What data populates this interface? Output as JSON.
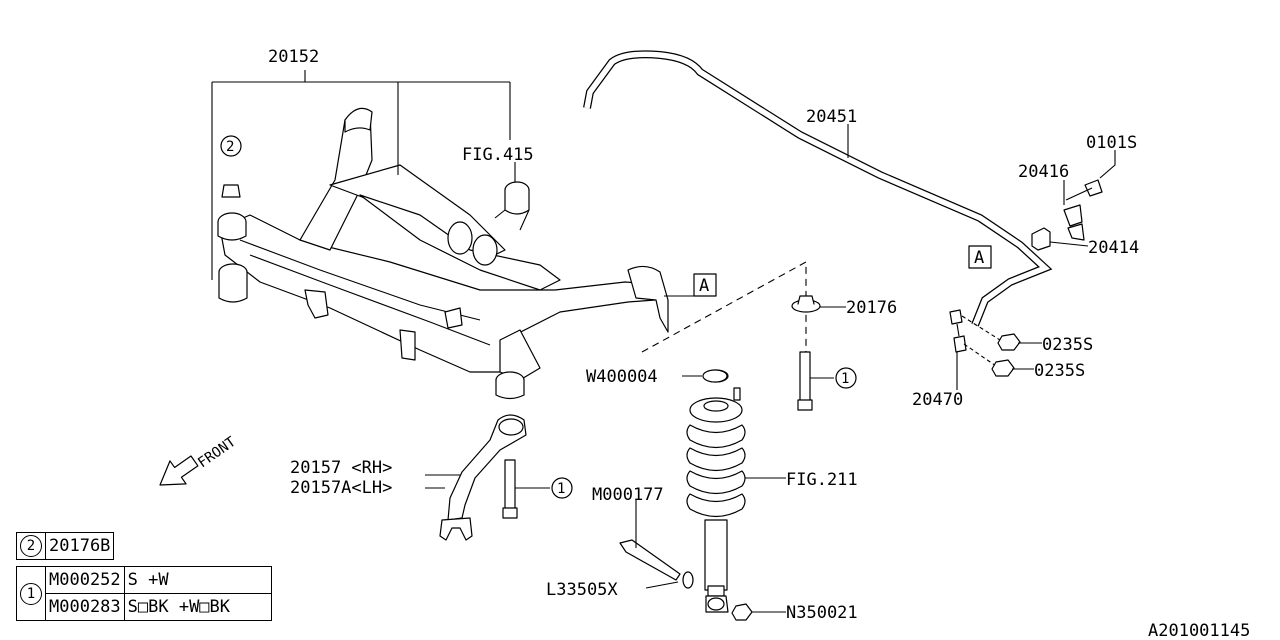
{
  "labels": {
    "p20152": "20152",
    "fig415": "FIG.415",
    "p20451": "20451",
    "p0101s": "0101S",
    "p20416": "20416",
    "p20414": "20414",
    "p20176": "20176",
    "p0235s_a": "0235S",
    "p0235s_b": "0235S",
    "p20470": "20470",
    "w400004": "W400004",
    "fig211": "FIG.211",
    "m000177": "M000177",
    "l33505x": "L33505X",
    "n350021": "N350021",
    "p20157": "20157 <RH>",
    "p20157a": "20157A<LH>",
    "front": "FRONT",
    "ref_a_1": "A",
    "ref_a_2": "A",
    "circ1_a": "1",
    "circ1_b": "1",
    "circ2": "2",
    "doc_id": "A201001145"
  },
  "legend": {
    "row2": {
      "key": "2",
      "part": "20176B"
    },
    "row1": {
      "key": "1",
      "items": [
        {
          "part": "M000252",
          "desc": "S +W"
        },
        {
          "part": "M000283",
          "desc": "S□BK +W□BK"
        }
      ]
    }
  }
}
